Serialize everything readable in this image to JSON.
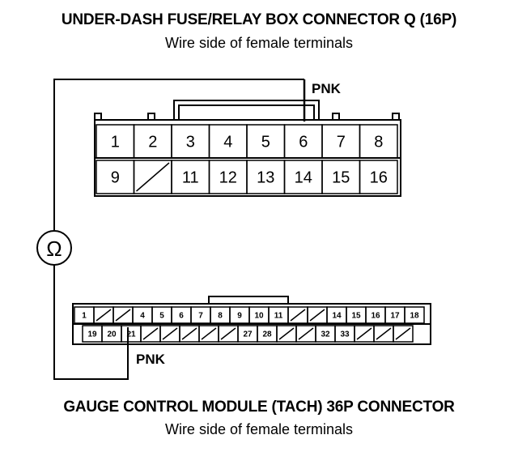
{
  "top_connector": {
    "title": "UNDER-DASH FUSE/RELAY BOX CONNECTOR Q (16P)",
    "subtitle": "Wire side of female terminals",
    "wire_label": "PNK",
    "row1": [
      "1",
      "2",
      "3",
      "4",
      "5",
      "6",
      "7",
      "8"
    ],
    "row2": [
      "9",
      "",
      "11",
      "12",
      "13",
      "14",
      "15",
      "16"
    ]
  },
  "bottom_connector": {
    "title": "GAUGE CONTROL MODULE (TACH) 36P CONNECTOR",
    "subtitle": "Wire side of female terminals",
    "wire_label": "PNK",
    "row1": [
      "1",
      "",
      "",
      "4",
      "5",
      "6",
      "7",
      "8",
      "9",
      "10",
      "11",
      "",
      "",
      "14",
      "15",
      "16",
      "17",
      "18"
    ],
    "row2": [
      "19",
      "20",
      "21",
      "",
      "",
      "",
      "",
      "",
      "27",
      "28",
      "",
      "",
      "32",
      "33",
      "",
      "",
      ""
    ]
  },
  "meter": {
    "symbol": "Ω"
  }
}
